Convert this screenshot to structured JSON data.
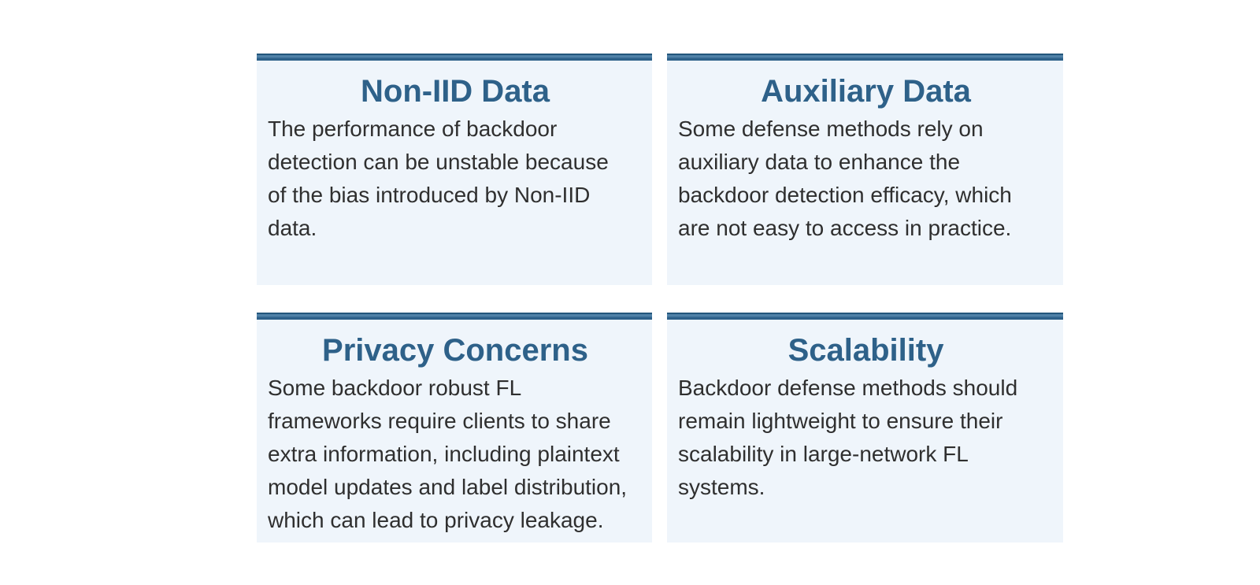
{
  "page": {
    "background_color": "#ffffff",
    "card_background_color": "#eff5fb",
    "bar_color": "#2d6089",
    "bar_highlight_color": "#5284aa",
    "title_color": "#2e6189",
    "body_text_color": "#2f2f2f"
  },
  "cards": [
    {
      "id": "non-iid-data",
      "title": "Non-IID Data",
      "body": "The performance of backdoor\ndetection can be unstable because\nof the bias introduced by Non-IID\ndata."
    },
    {
      "id": "auxiliary-data",
      "title": "Auxiliary Data",
      "body": "Some defense methods rely on\nauxiliary data to enhance the\nbackdoor detection efficacy, which\nare not easy to access in practice."
    },
    {
      "id": "privacy-concerns",
      "title": "Privacy Concerns",
      "body": "Some backdoor robust FL\nframeworks require clients to share\nextra information, including plaintext\nmodel updates and label distribution,\nwhich can lead to privacy leakage."
    },
    {
      "id": "scalability",
      "title": "Scalability",
      "body": "Backdoor defense methods should\nremain lightweight to ensure their\nscalability in large-network FL\nsystems."
    }
  ]
}
